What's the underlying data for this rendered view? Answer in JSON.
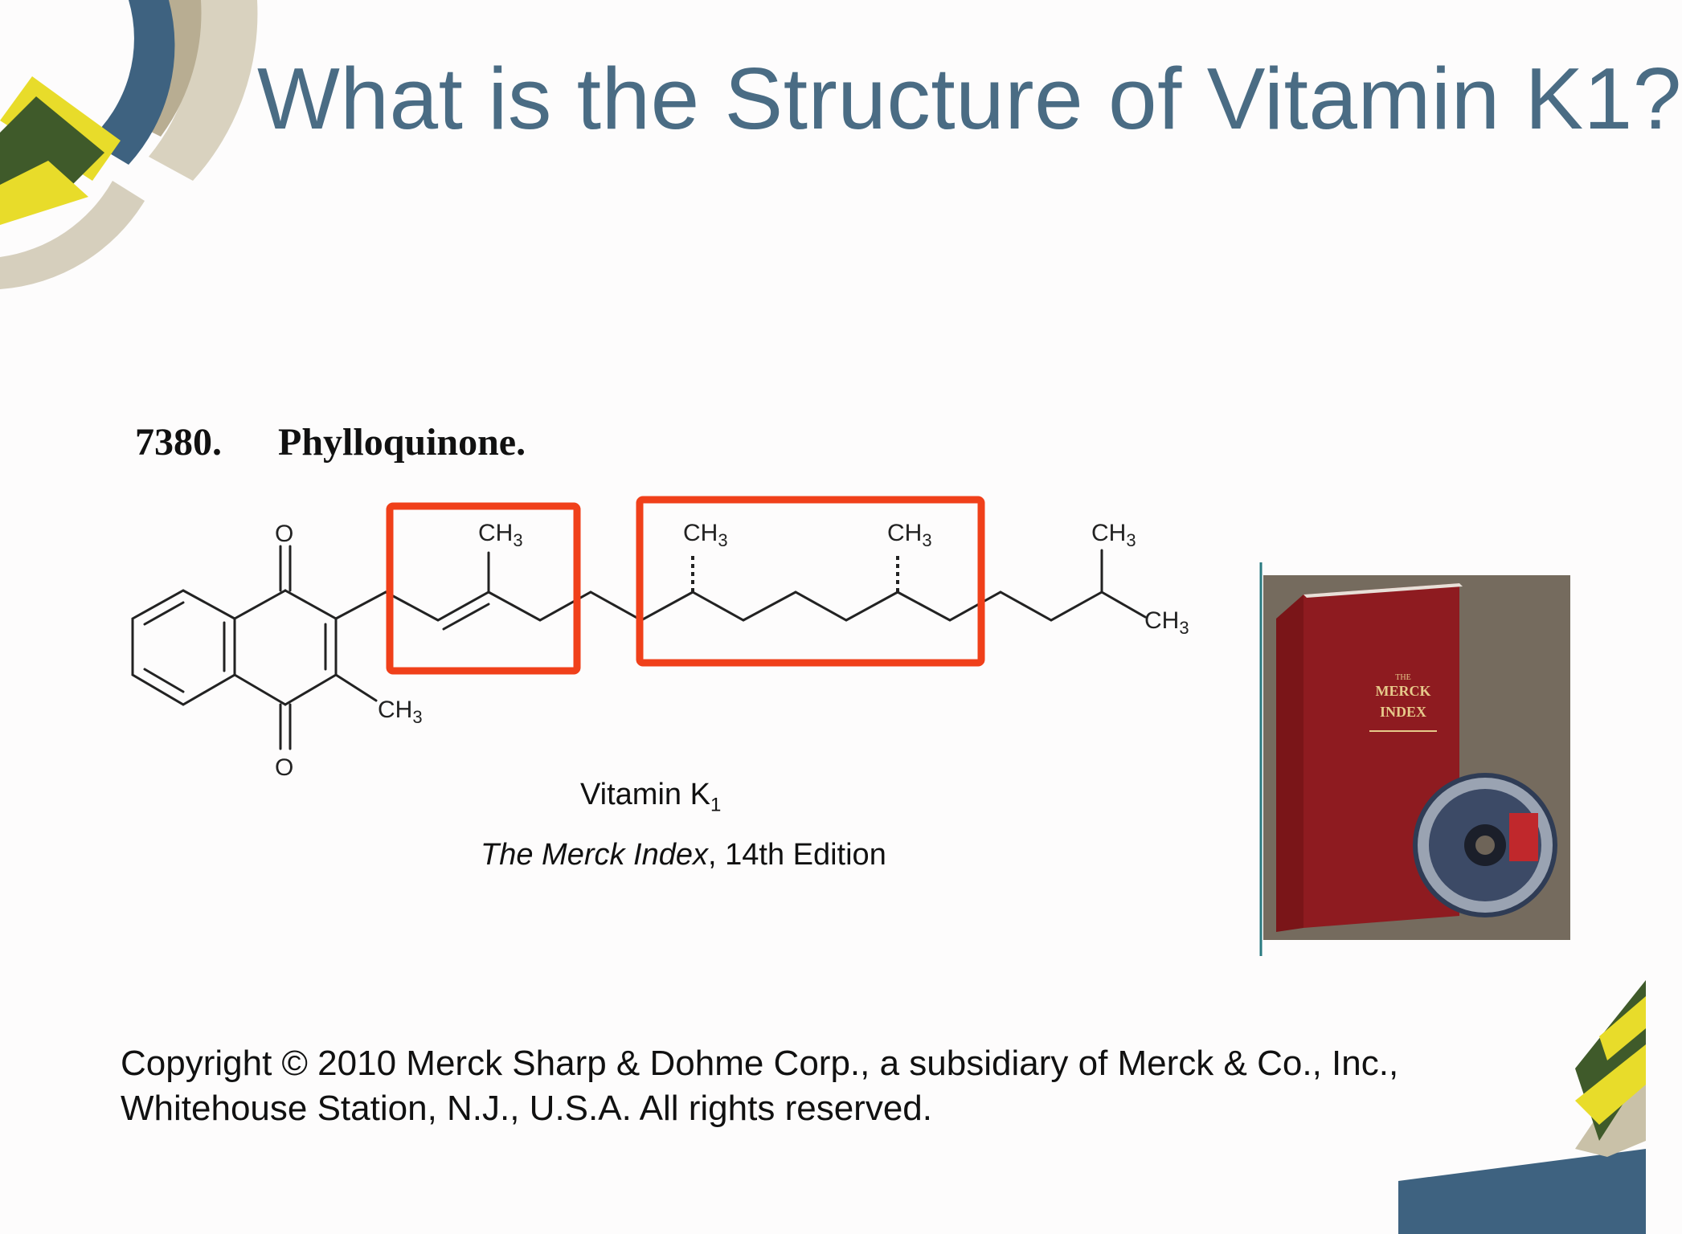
{
  "slide": {
    "title": "What is the Structure of Vitamin K1?"
  },
  "merck_entry": {
    "number": "7380.",
    "name": "Phylloquinone."
  },
  "structure": {
    "labels": {
      "oxygen_top": "O",
      "oxygen_bottom": "O",
      "ch3_ring": "CH3",
      "ch3_1": "CH3",
      "ch3_2": "CH3",
      "ch3_3": "CH3",
      "ch3_4": "CH3",
      "ch3_tail": "CH3"
    },
    "highlight_color": "#f0401a"
  },
  "caption": {
    "vitamin_name": "Vitamin K",
    "vitamin_subscript": "1",
    "source_italic": "The Merck Index",
    "source_rest": ", 14th Edition"
  },
  "book_photo": {
    "cover_line1": "THE",
    "cover_line2": "MERCK",
    "cover_line3": "INDEX"
  },
  "copyright": {
    "line1": "Copyright © 2010 Merck Sharp & Dohme Corp., a subsidiary of Merck & Co., Inc.,",
    "line2": "Whitehouse Station, N.J., U.S.A. All rights reserved."
  },
  "theme": {
    "title_color": "#4a6c84",
    "deco_blue": "#3e6280",
    "deco_green": "#3f5a2a",
    "deco_yellow": "#e8dc2a",
    "deco_tan": "#c9c1a8"
  }
}
